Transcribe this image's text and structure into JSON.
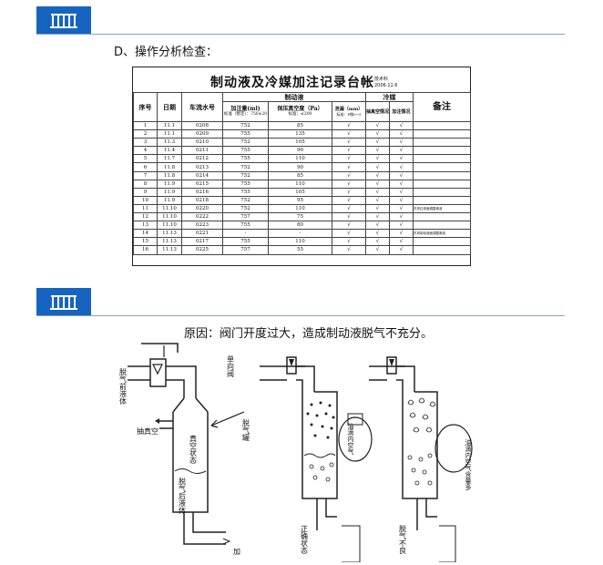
{
  "section_d": {
    "title": "D、操作分析检查："
  },
  "ledger": {
    "title": "制动液及冷媒加注记录台帐",
    "note_line1": "技术科",
    "note_line2": "2006.11.6",
    "headers": {
      "seq": "序号",
      "date": "日期",
      "flow": "车流水号",
      "brake_group": "制动液",
      "fill_amount": "加注量(ml)",
      "fill_std": "标准（暂定）：750±20",
      "vacuum": "保压真空度（Pa）",
      "vacuum_std": "标准：≤200",
      "leak": "泄漏（mm）",
      "leak_std": "标准：F微0~5",
      "coolant_group": "冷媒",
      "evac": "抽真空情况",
      "fill_status": "加注情况",
      "remarks": "备注"
    },
    "rows": [
      {
        "seq": "1",
        "date": "11.1",
        "flow": "0208",
        "amount": "752",
        "vac": "85",
        "leak": "√",
        "evac": "√",
        "fill": "√",
        "remark": ""
      },
      {
        "seq": "2",
        "date": "11.1",
        "flow": "0209",
        "amount": "755",
        "vac": "135",
        "leak": "√",
        "evac": "√",
        "fill": "√",
        "remark": ""
      },
      {
        "seq": "3",
        "date": "11.3",
        "flow": "0210",
        "amount": "752",
        "vac": "105",
        "leak": "√",
        "evac": "√",
        "fill": "√",
        "remark": ""
      },
      {
        "seq": "4",
        "date": "11.4",
        "flow": "0211",
        "amount": "755",
        "vac": "90",
        "leak": "√",
        "evac": "√",
        "fill": "√",
        "remark": ""
      },
      {
        "seq": "5",
        "date": "11.7",
        "flow": "0212",
        "amount": "755",
        "vac": "110",
        "leak": "√",
        "evac": "√",
        "fill": "√",
        "remark": ""
      },
      {
        "seq": "6",
        "date": "11.8",
        "flow": "0213",
        "amount": "752",
        "vac": "90",
        "leak": "√",
        "evac": "√",
        "fill": "√",
        "remark": ""
      },
      {
        "seq": "7",
        "date": "11.8",
        "flow": "0214",
        "amount": "752",
        "vac": "85",
        "leak": "√",
        "evac": "√",
        "fill": "√",
        "remark": ""
      },
      {
        "seq": "8",
        "date": "11.9",
        "flow": "0215",
        "amount": "755",
        "vac": "110",
        "leak": "√",
        "evac": "√",
        "fill": "√",
        "remark": ""
      },
      {
        "seq": "9",
        "date": "11.9",
        "flow": "0216",
        "amount": "755",
        "vac": "105",
        "leak": "√",
        "evac": "√",
        "fill": "√",
        "remark": ""
      },
      {
        "seq": "10",
        "date": "11.9",
        "flow": "0218",
        "amount": "752",
        "vac": "95",
        "leak": "√",
        "evac": "√",
        "fill": "√",
        "remark": ""
      },
      {
        "seq": "11",
        "date": "11.10",
        "flow": "0220",
        "amount": "752",
        "vac": "110",
        "leak": "√",
        "evac": "√",
        "fill": "√",
        "remark": "东风红液面调整离液"
      },
      {
        "seq": "12",
        "date": "11.10",
        "flow": "0222",
        "amount": "757",
        "vac": "75",
        "leak": "√",
        "evac": "√",
        "fill": "√",
        "remark": ""
      },
      {
        "seq": "13",
        "date": "11.10",
        "flow": "0223",
        "amount": "755",
        "vac": "80",
        "leak": "√",
        "evac": "√",
        "fill": "√",
        "remark": ""
      },
      {
        "seq": "14",
        "date": "11.13",
        "flow": "0221",
        "amount": "-",
        "vac": "-",
        "leak": "√",
        "evac": "√",
        "fill": "√",
        "remark": "东风制动液面调整离液"
      },
      {
        "seq": "15",
        "date": "11.13",
        "flow": "0217",
        "amount": "755",
        "vac": "110",
        "leak": "√",
        "evac": "√",
        "fill": "√",
        "remark": ""
      },
      {
        "seq": "16",
        "date": "11.13",
        "flow": "0225",
        "amount": "757",
        "vac": "55",
        "leak": "√",
        "evac": "√",
        "fill": "√",
        "remark": ""
      }
    ]
  },
  "cause": {
    "text": "原因：阀门开度过大，造成制动液脱气不充分。"
  },
  "diagram": {
    "labels": {
      "one_way_valve": "单向阀",
      "new_fluid": "脱气前液体",
      "vacuum": "抽真空",
      "tank": "脱气罐",
      "vacuum_state": "真空状态",
      "degassed": "脱气后液体",
      "fill": "加",
      "oil_drop_air": "油滴内空气",
      "oil_drop_air_more": "油滴内空气含量多",
      "normal_state": "正确状态",
      "poor_degas": "脱气不良"
    }
  }
}
